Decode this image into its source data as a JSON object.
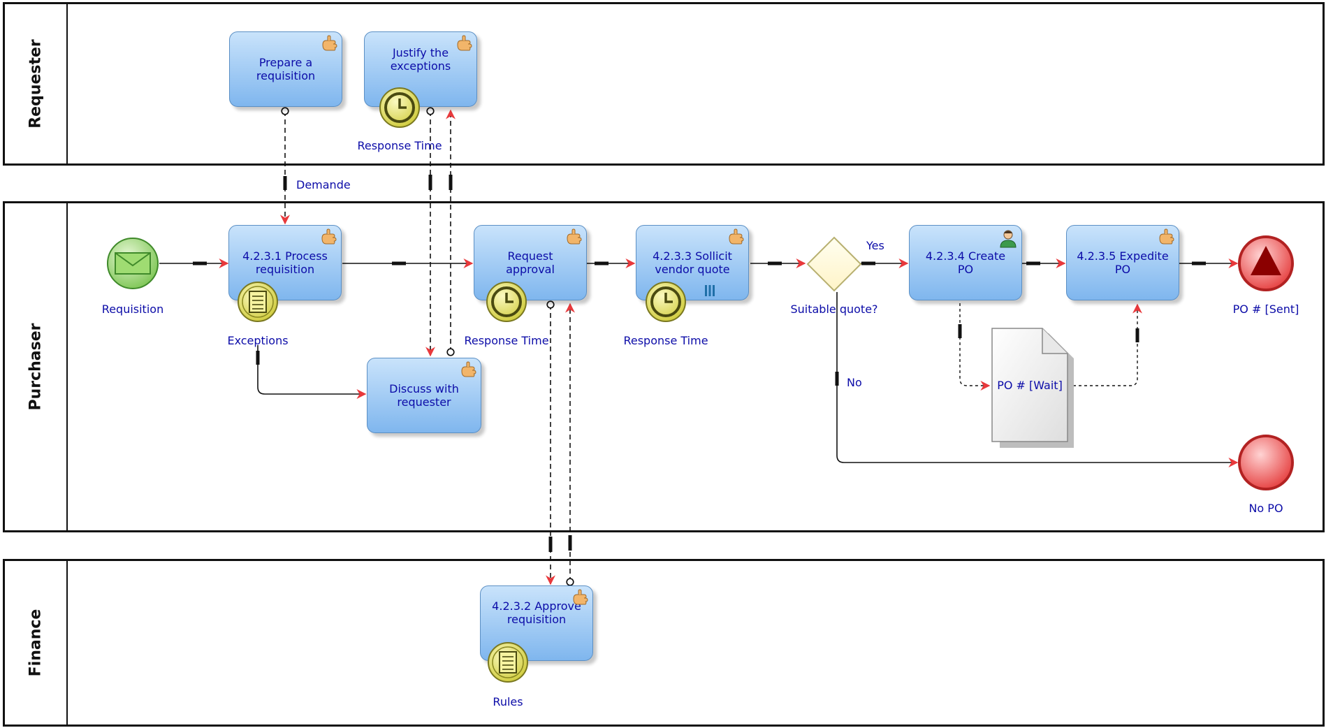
{
  "colors": {
    "task_fill_top": "#c9e3fb",
    "task_fill_bottom": "#7fb6ee",
    "task_border": "#5b8fc4",
    "label_text": "#0c0ca8",
    "sequence_arrow": "#e8393c",
    "start_event": "#8fd46a",
    "end_event": "#e84a4a",
    "gateway": "#fffbe0",
    "timer_event": "#e6e26a"
  },
  "pools": {
    "requester": "Requester",
    "purchaser": "Purchaser",
    "finance": "Finance"
  },
  "tasks": {
    "prepare": "Prepare a requisition",
    "justify": "Justify the exceptions",
    "process": "4.2.3.1 Process requisition",
    "request_approval": "Request approval",
    "solicit": "4.2.3.3 Sollicit vendor quote",
    "create_po": "4.2.3.4 Create PO",
    "expedite": "4.2.3.5 Expedite PO",
    "discuss": "Discuss with requester",
    "approve": "4.2.3.2 Approve requisition"
  },
  "events": {
    "start": "Requisition",
    "end_sent": "PO # [Sent]",
    "end_no_po": "No PO",
    "exceptions": "Exceptions",
    "response_time": "Response Time",
    "rules": "Rules"
  },
  "gateway": {
    "label": "Suitable quote?",
    "yes": "Yes",
    "no": "No"
  },
  "messages": {
    "demande": "Demande"
  },
  "data_object": {
    "label": "PO # [Wait]"
  },
  "icons": {
    "manual_task": "hand-icon",
    "user_task": "user-icon",
    "timer": "clock-icon",
    "conditional": "document-icon",
    "multi_instance": "parallel-bars-icon",
    "message": "envelope-icon",
    "escalation": "triangle-icon"
  }
}
